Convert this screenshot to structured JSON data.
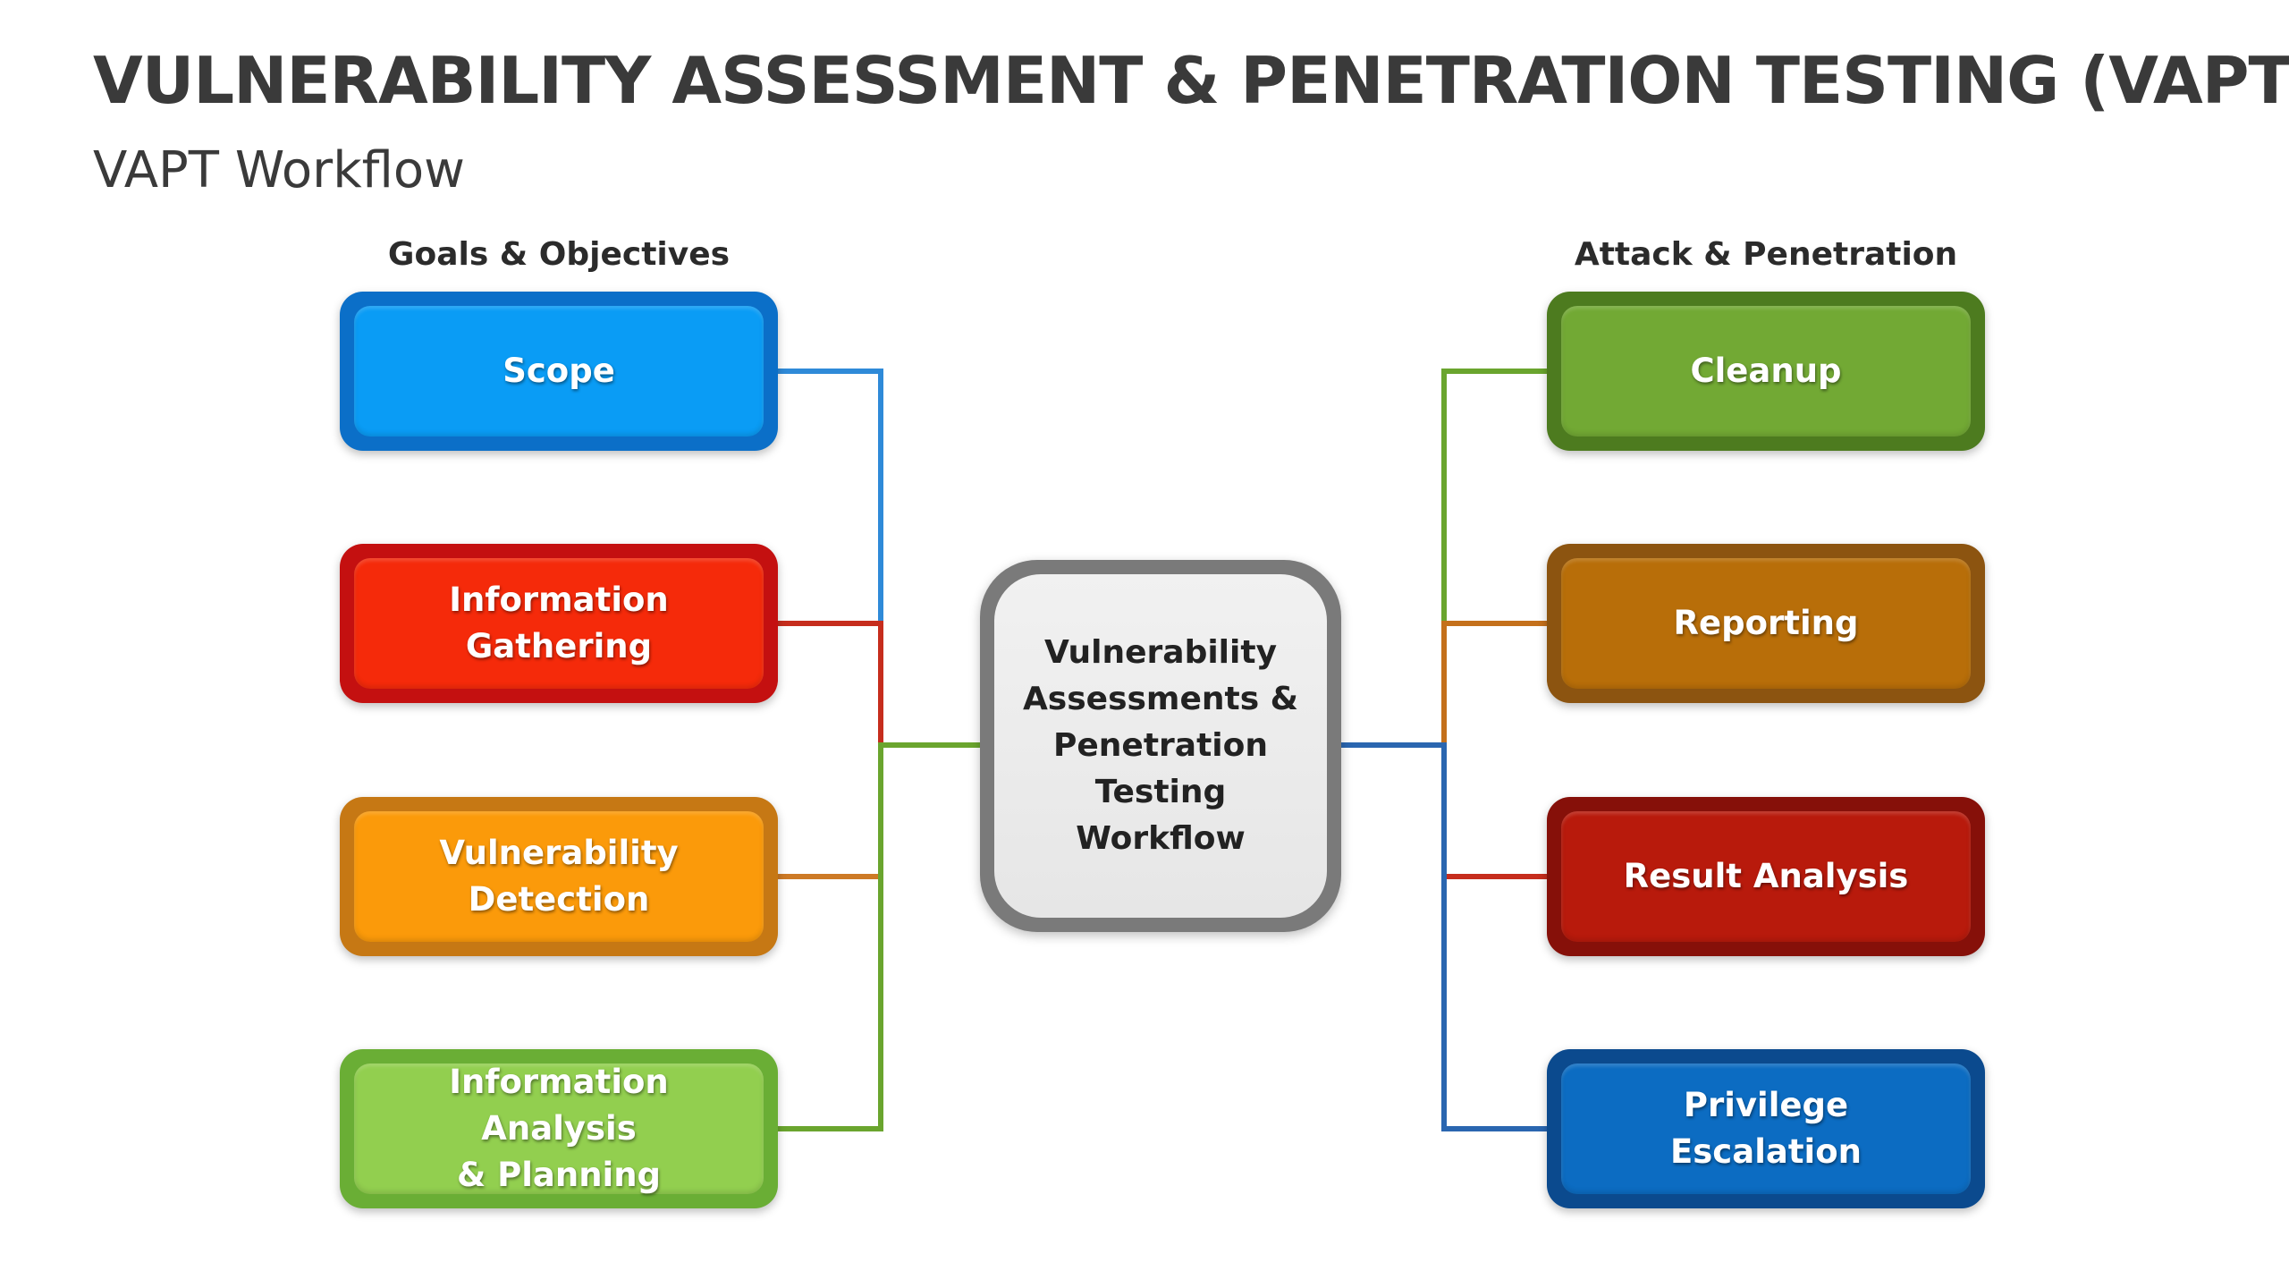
{
  "title": "VULNERABILITY ASSESSMENT & PENETRATION TESTING (VAPT)",
  "subtitle": "VAPT Workflow",
  "left_group_label": "Goals & Objectives",
  "right_group_label": "Attack & Penetration",
  "center": {
    "text": "Vulnerability\nAssessments &\nPenetration Testing\nWorkflow"
  },
  "left_items": [
    {
      "text": "Scope",
      "outer_color": "#0b6fc8",
      "inner_color": "#0a9cf5"
    },
    {
      "text": "Information\nGathering",
      "outer_color": "#c41010",
      "inner_color": "#f52a0a"
    },
    {
      "text": "Vulnerability\nDetection",
      "outer_color": "#c67814",
      "inner_color": "#fb9a0a"
    },
    {
      "text": "Information Analysis\n& Planning",
      "outer_color": "#6aae35",
      "inner_color": "#92cf4f"
    }
  ],
  "right_items": [
    {
      "text": "Cleanup",
      "outer_color": "#4d7b1f",
      "inner_color": "#72a934"
    },
    {
      "text": "Reporting",
      "outer_color": "#8c5410",
      "inner_color": "#b86e09"
    },
    {
      "text": "Result Analysis",
      "outer_color": "#861009",
      "inner_color": "#b81a0c"
    },
    {
      "text": "Privilege\nEscalation",
      "outer_color": "#0b4a8e",
      "inner_color": "#0c6cc2"
    }
  ],
  "connector_colors": {
    "left": [
      "#2f8ad8",
      "#c62d1d",
      "#cd7a26",
      "#6aa52e"
    ],
    "right": [
      "#6aa52e",
      "#c4701b",
      "#c62d1d",
      "#2a66b0"
    ]
  }
}
